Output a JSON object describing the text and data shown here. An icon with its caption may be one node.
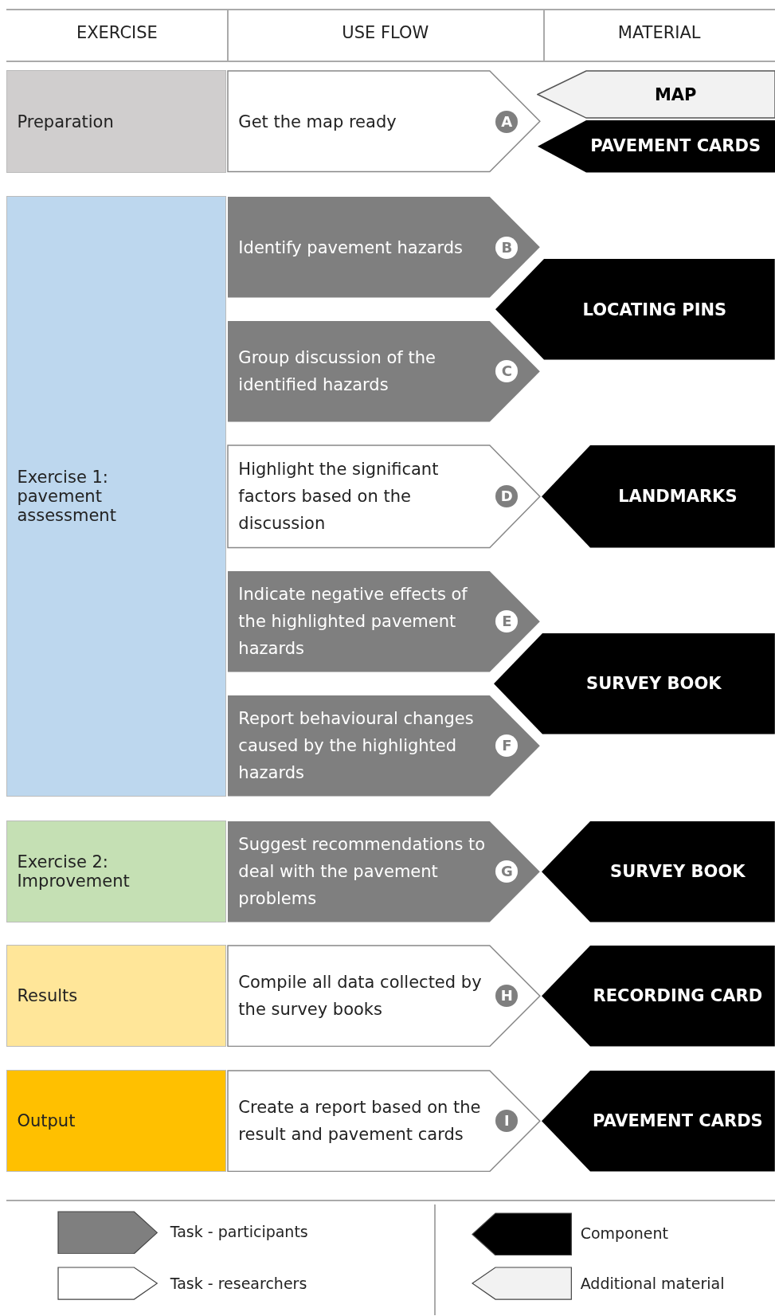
{
  "diagram": {
    "nodes": [
      {
        "text": [
          "Preparation"
        ]
      },
      {
        "text": [
          "Get the map ready",
          "A"
        ]
      },
      {
        "text": [
          "MAP"
        ]
      },
      {
        "text": [
          "PAVEMENT CARDS"
        ]
      },
      {
        "text": [
          "Exercise 1: pavement assessment"
        ]
      },
      {
        "text": [
          "Identify pavement hazards",
          "B"
        ]
      },
      {
        "text": [
          "LOCATING PINS"
        ]
      },
      {
        "text": [
          "Group discussion of the identified hazards",
          "C"
        ]
      },
      {
        "text": [
          "Highlight the significant factors based on the discussion",
          "D"
        ]
      },
      {
        "text": [
          "LANDMARKS"
        ]
      },
      {
        "text": [
          "Indicate negative effects of the highlighted pavement hazards",
          "E"
        ]
      },
      {
        "text": [
          "SURVEY BOOK"
        ]
      },
      {
        "text": [
          "Report behavioural changes caused by the highlighted hazards",
          "F"
        ]
      },
      {
        "text": [
          "Exercise 2: Improvement"
        ]
      },
      {
        "text": [
          "Suggest recommendations to deal with the pavement problems",
          "G"
        ]
      },
      {
        "text": [
          "SURVEY BOOK"
        ]
      },
      {
        "text": [
          "Results"
        ]
      },
      {
        "text": [
          "Compile all data collected by the survey books",
          "H"
        ]
      },
      {
        "text": [
          "RECORDING CARD"
        ]
      },
      {
        "text": [
          "Output"
        ]
      },
      {
        "text": [
          "Create a report based on the result and pavement cards",
          "I"
        ]
      },
      {
        "text": [
          "PAVEMENT CARDS"
        ]
      }
    ],
    "labels": [
      "EXERCISE",
      "USE FLOW",
      "MATERIAL"
    ],
    "legend": [
      {
        "text": "Task - participants",
        "color": "#7f7f7f"
      },
      {
        "text": "Task - researchers",
        "color": "#ffffff"
      },
      {
        "text": "Component",
        "color": "#000000"
      },
      {
        "text": "Additional material",
        "color": "#f2f2f2"
      }
    ]
  }
}
